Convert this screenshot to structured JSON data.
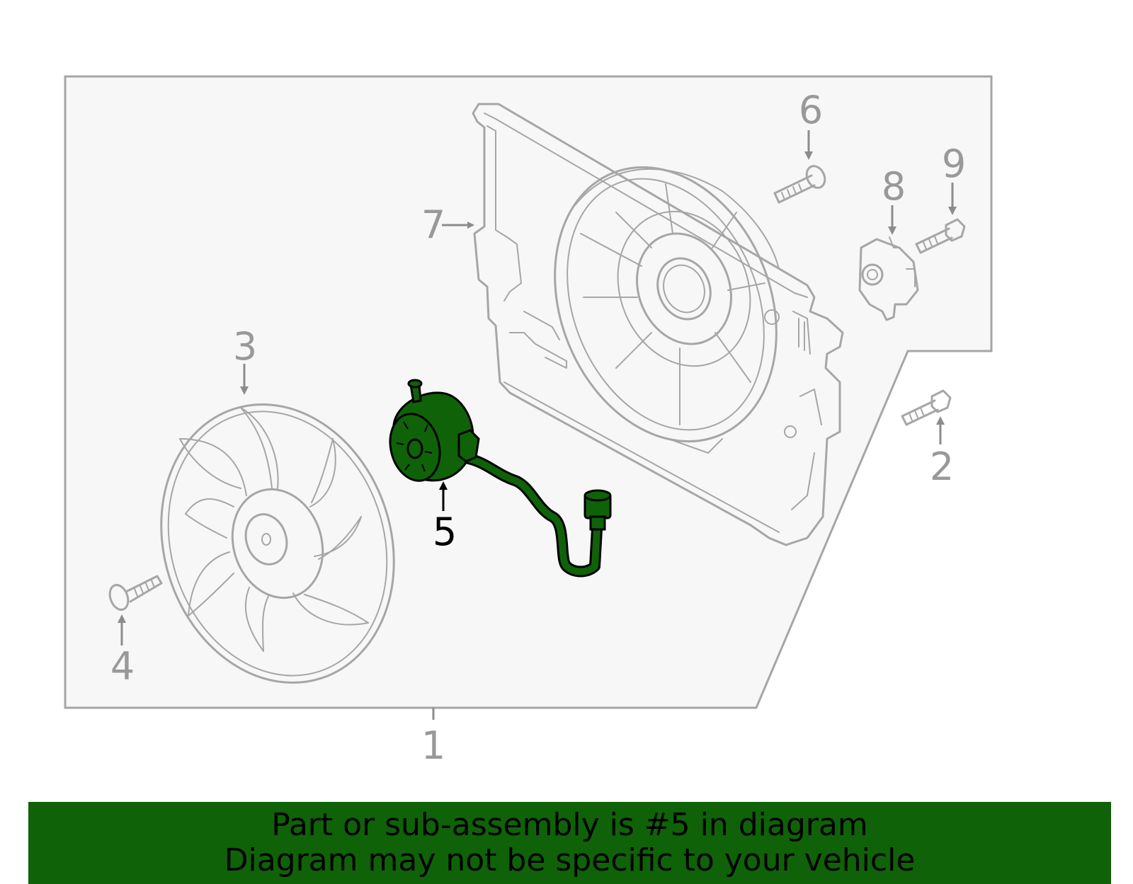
{
  "diagram": {
    "callouts": [
      "1",
      "2",
      "3",
      "4",
      "5",
      "6",
      "7",
      "8",
      "9"
    ],
    "highlighted_part": "5",
    "colors": {
      "highlight": "#0f6208",
      "part_outline": "#a6a6a6",
      "frame_fill": "#f7f7f7",
      "callout_text": "#999999"
    }
  },
  "banner": {
    "line1": "Part or sub-assembly is #5 in diagram",
    "line2": "Diagram may not be specific to your vehicle",
    "background": "#0f6208"
  }
}
